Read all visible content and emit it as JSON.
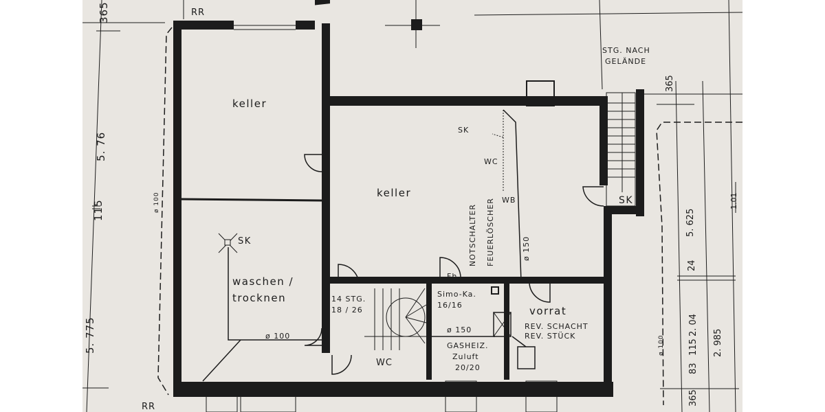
{
  "plan": {
    "type": "floor-plan",
    "level": "basement",
    "rooms": [
      {
        "id": "keller-nw",
        "label": "keller"
      },
      {
        "id": "keller-main",
        "label": "keller"
      },
      {
        "id": "waschen",
        "label_line1": "waschen /",
        "label_line2": "trocknen"
      },
      {
        "id": "vorrat",
        "label": "vorrat",
        "note_line1": "REV. SCHACHT",
        "note_line2": "REV. STÜCK"
      },
      {
        "id": "wc",
        "label": "WC"
      }
    ],
    "annotations": {
      "rr_top": "RR",
      "rr_bottom": "RR",
      "stairs_exterior_line1": "STG. NACH",
      "stairs_exterior_line2": "GELÄNDE",
      "stairs_interior_line1": "14 STG.",
      "stairs_interior_line2": "18 / 26",
      "chimney_line1": "Simo-Ka.",
      "chimney_line2": "16/16",
      "gas_line1": "GASHEIZ.",
      "gas_line2": "Zuluft",
      "gas_line3": "20/20",
      "pipe_150_gas": "ø 150",
      "pipe_150_main": "ø 150",
      "pipe_100_wash": "ø 100",
      "pipe_100_left": "ø 100",
      "pipe_100_right": "ø 100",
      "sk_wash": "SK",
      "sk_main": "SK",
      "sk_stair": "SK",
      "wc_fixture": "WC",
      "wb_fixture": "WB",
      "fh": "Fh",
      "notschalter": "NOTSCHALTER",
      "feuerloescher": "FEUERLÖSCHER"
    },
    "dimensions": {
      "left": [
        "365",
        "5. 76",
        "115",
        "5. 775"
      ],
      "right_a": [
        "365",
        "5. 625",
        "24",
        "2. 04",
        "115",
        "83",
        "365"
      ],
      "right_b": [
        "2. 985"
      ],
      "right_c": [
        "1.01"
      ]
    },
    "colors": {
      "paper": "#e9e6e1",
      "ink": "#1c1c1c"
    }
  }
}
